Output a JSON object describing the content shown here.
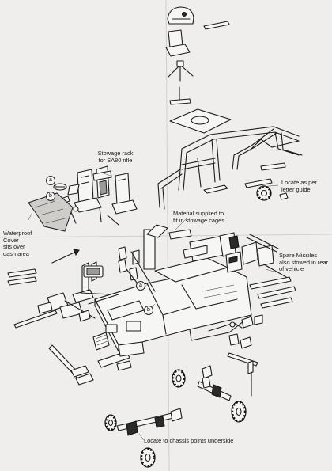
{
  "labels": {
    "stowage_rack": [
      "Stowage rack",
      "for SA80 rifle"
    ],
    "locate_letter": [
      "Locate as per",
      "letter guide"
    ],
    "material": [
      "Material supplied to",
      "fit in stowage cages"
    ],
    "waterproof": [
      "Waterproof",
      "Cover",
      "sits over",
      "dash area"
    ],
    "spare_missiles": [
      "Spare Missiles",
      "also stowed in rear",
      "of vehicle"
    ],
    "chassis": "Locate to chassis points underside"
  },
  "callouts": [
    "a",
    "b",
    "a",
    "b"
  ]
}
